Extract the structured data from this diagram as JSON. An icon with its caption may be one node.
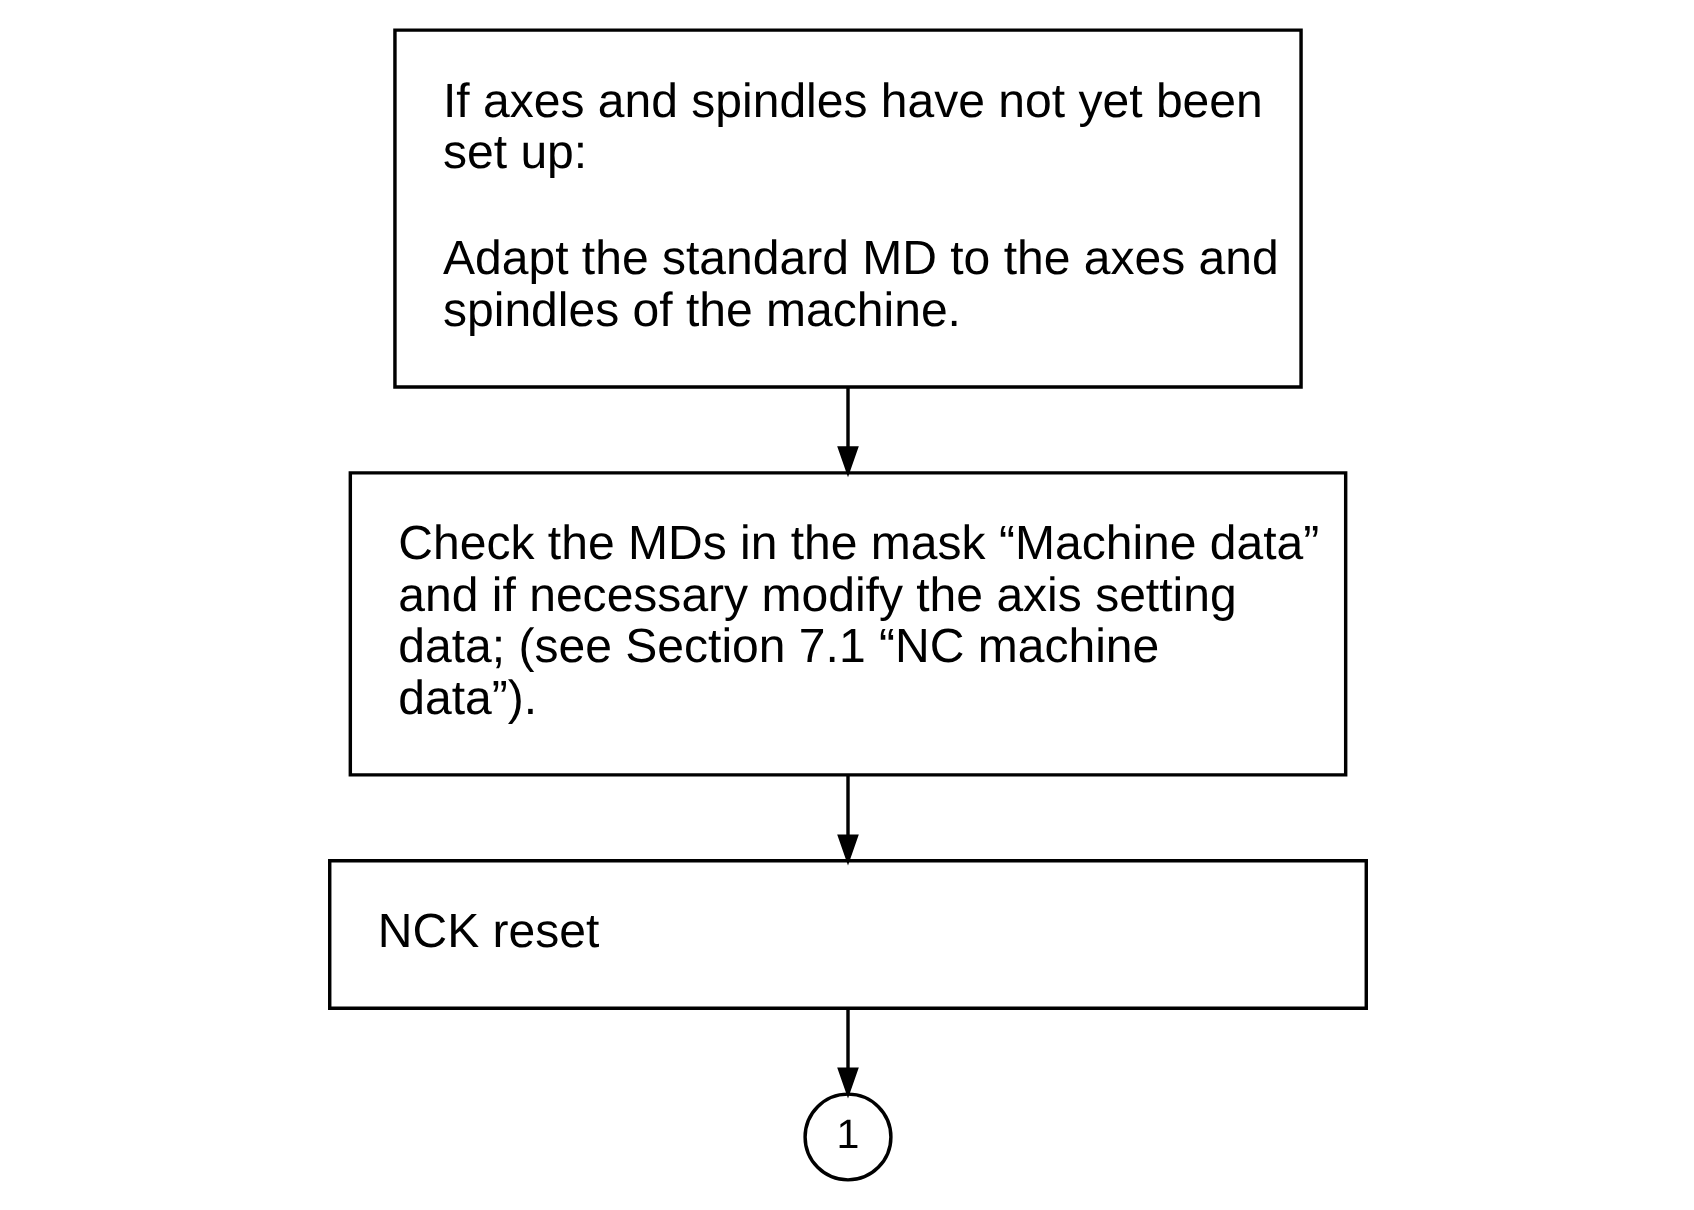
{
  "diagram": {
    "nodes": [
      {
        "text": [
          "If axes and spindles have not yet been set up:",
          "Adapt the standard MD to the axes and spindles of the machine."
        ]
      },
      {
        "text": [
          "Check the MDs in the mask “Machine data” and if necessary modify the axis setting data; (see Section 7.1 “NC machine data”)."
        ]
      },
      {
        "text": [
          "NCK reset"
        ]
      },
      {
        "text": [
          "1"
        ]
      }
    ],
    "edges": [
      {
        "from": 0,
        "to": 1,
        "arrow": "to"
      },
      {
        "from": 1,
        "to": 2,
        "arrow": "to"
      },
      {
        "from": 2,
        "to": 3,
        "arrow": "to"
      }
    ]
  }
}
